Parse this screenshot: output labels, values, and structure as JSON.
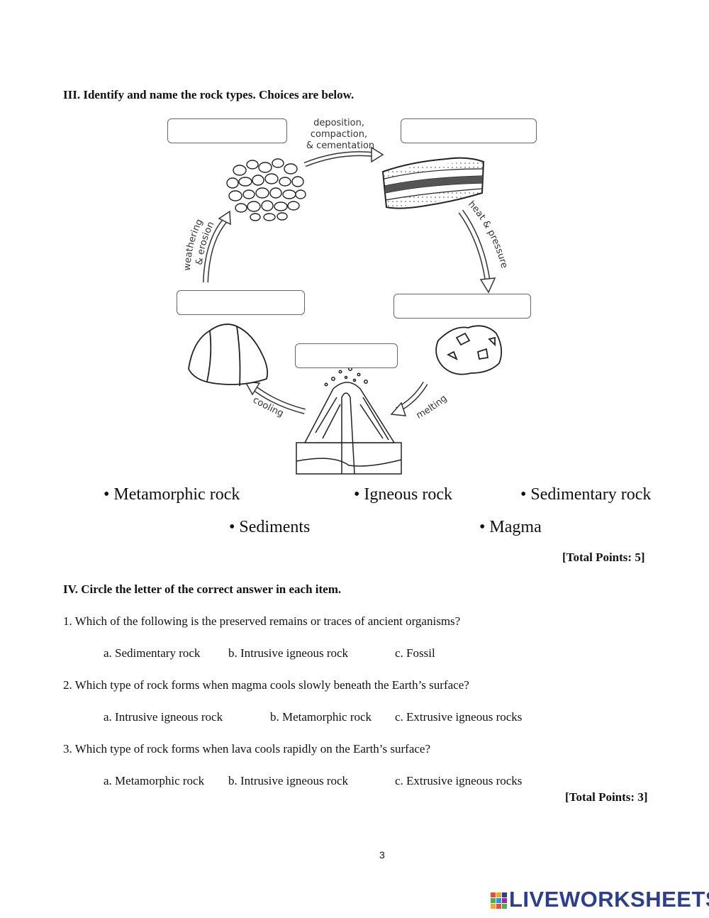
{
  "section3": {
    "heading": "III. Identify and name the rock types. Choices are below.",
    "diagram": {
      "labels": {
        "deposition_l1": "deposition,",
        "deposition_l2": "compaction,",
        "deposition_l3": "& cementation",
        "heat": "heat & pressure",
        "weathering_l1": "weathering",
        "weathering_l2": "& erosion",
        "cooling": "cooling",
        "melting": "melting"
      }
    },
    "choices": [
      "• Metamorphic rock",
      "• Igneous rock",
      "•  Sedimentary rock",
      "• Sediments",
      "• Magma"
    ],
    "total_points": "[Total Points: 5]"
  },
  "section4": {
    "heading": "IV. Circle the letter of the correct answer in each item.",
    "questions": [
      {
        "text": "1. Which of the following is the preserved remains or traces of ancient organisms?",
        "options": [
          "a. Sedimentary rock",
          "b. Intrusive igneous rock",
          "c. Fossil"
        ]
      },
      {
        "text": "2. Which type of rock forms when magma cools slowly beneath the Earth’s surface?",
        "options": [
          "a. Intrusive igneous rock",
          "b. Metamorphic rock",
          "c. Extrusive igneous rocks"
        ]
      },
      {
        "text": "3. Which type of rock forms when lava cools rapidly on the Earth’s surface?",
        "options": [
          "a. Metamorphic rock",
          "b. Intrusive igneous rock",
          "c. Extrusive igneous rocks"
        ]
      }
    ],
    "total_points": "[Total Points: 3]"
  },
  "page_number": "3",
  "brand": {
    "name": "LIVEWORKSHEETS",
    "color": "#2c3e8c",
    "icon": "liveworksheets-logo-icon"
  }
}
